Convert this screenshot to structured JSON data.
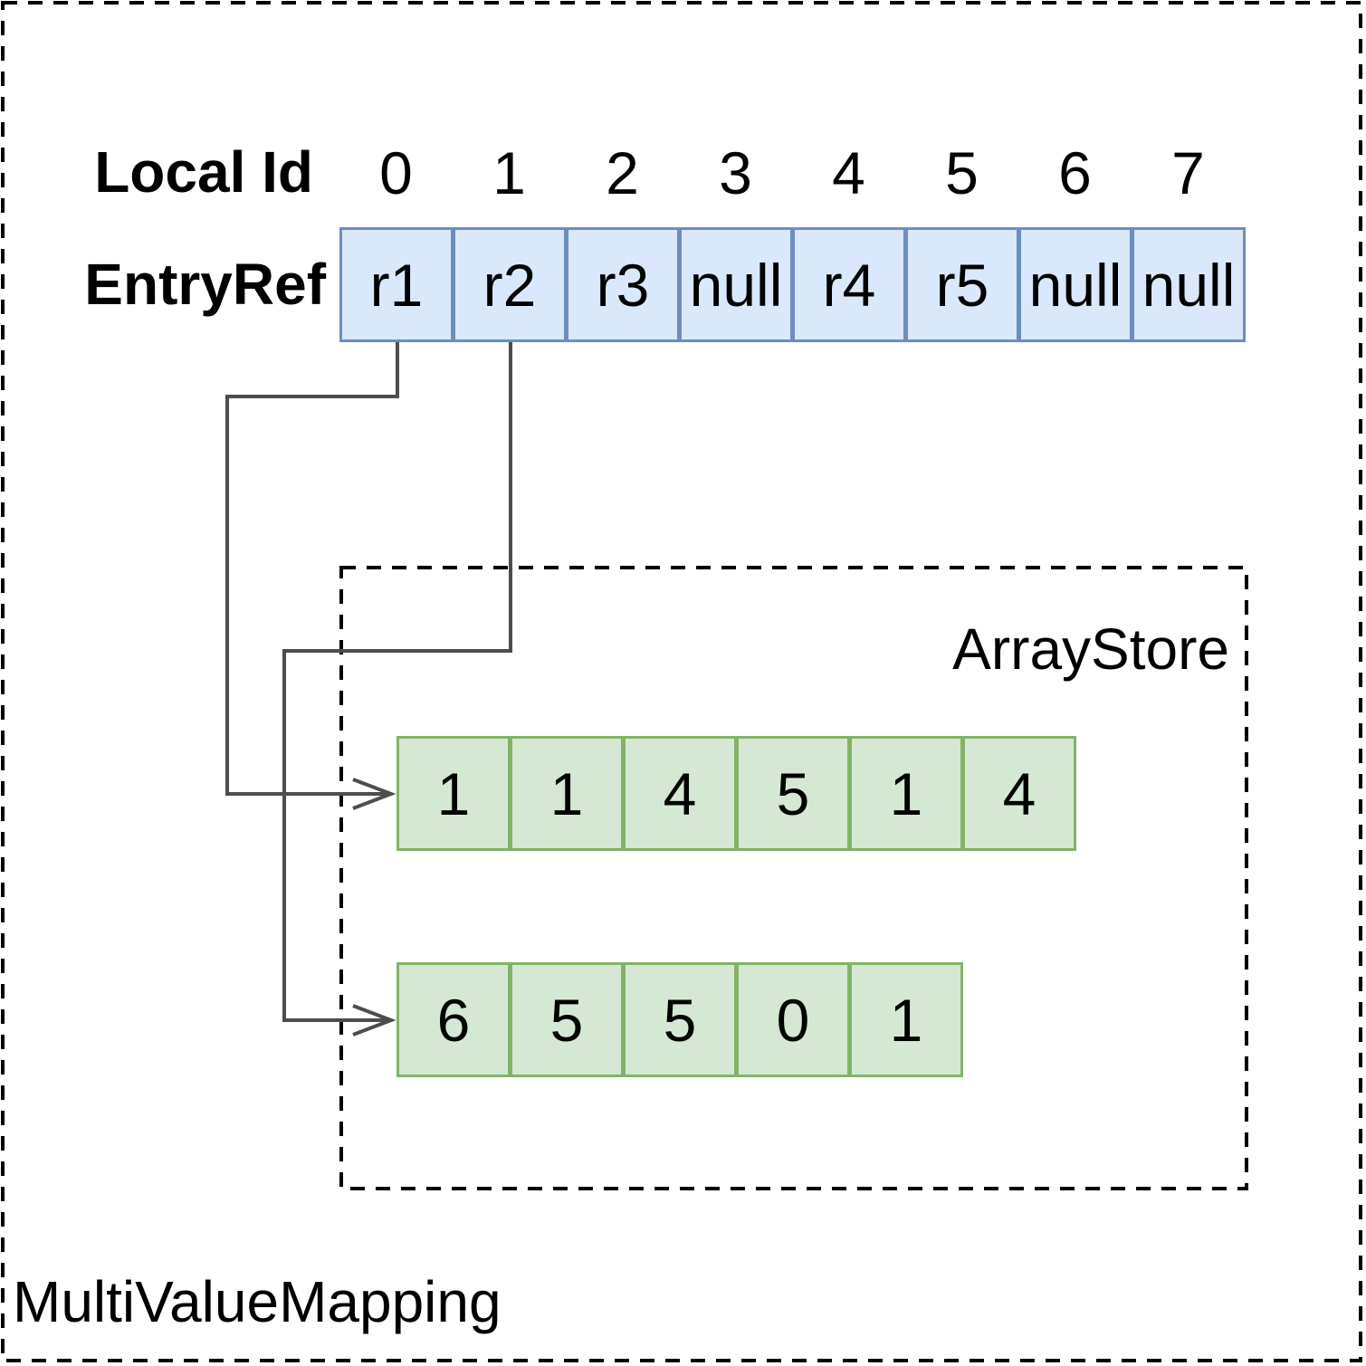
{
  "outer_box": {
    "label": "MultiValueMapping"
  },
  "inner_box": {
    "label": "ArrayStore"
  },
  "local_id_row": {
    "label": "Local Id",
    "ids": [
      "0",
      "1",
      "2",
      "3",
      "4",
      "5",
      "6",
      "7"
    ]
  },
  "entry_ref_row": {
    "label": "EntryRef",
    "cells": [
      "r1",
      "r2",
      "r3",
      "null",
      "r4",
      "r5",
      "null",
      "null"
    ]
  },
  "arrays": [
    {
      "values": [
        "1",
        "1",
        "4",
        "5",
        "1",
        "4"
      ]
    },
    {
      "values": [
        "6",
        "5",
        "5",
        "0",
        "1"
      ]
    }
  ],
  "edges": [
    {
      "from": "r1",
      "to": "array-0"
    },
    {
      "from": "r2",
      "to": "array-1"
    }
  ],
  "colors": {
    "entry_fill": "#dae8fc",
    "entry_stroke": "#6c8ebf",
    "array_fill": "#d5e8d4",
    "array_stroke": "#82b366",
    "connector": "#4d4d4d"
  }
}
